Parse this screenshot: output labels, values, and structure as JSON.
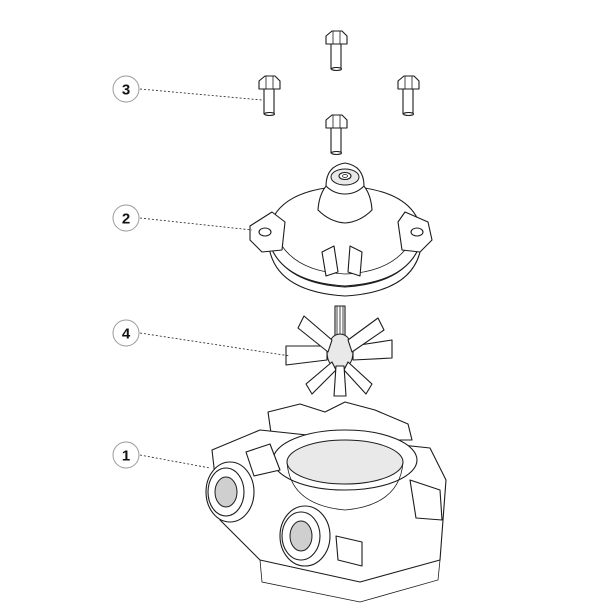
{
  "callouts": [
    {
      "label": "1"
    },
    {
      "label": "2"
    },
    {
      "label": "3"
    },
    {
      "label": "4"
    }
  ],
  "colors": {
    "line": "#1c1c1c",
    "background": "#ffffff",
    "callout_ring": "#9a9a9a"
  },
  "icons": [
    "bolt-icon",
    "cover-icon",
    "impeller-icon",
    "valve-body-icon"
  ]
}
